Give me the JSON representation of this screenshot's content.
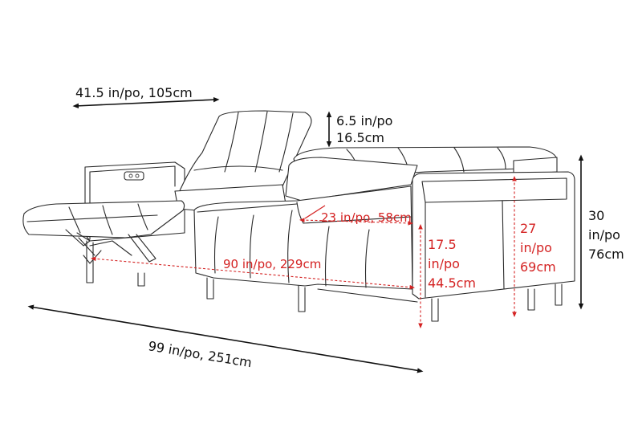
{
  "dimensions": {
    "recliner_length": "41.5 in/po, 105cm",
    "headrest_raise": [
      "6.5 in/po",
      "16.5cm"
    ],
    "height": [
      "30",
      "in/po",
      "76cm"
    ],
    "total_width": "99 in/po, 251cm",
    "seat_width": "90 in/po, 229cm",
    "seat_depth": "23 in/po, 58cm",
    "seat_height": [
      "17.5",
      "in/po",
      "44.5cm"
    ],
    "arm_height": [
      "27",
      "in/po",
      "69cm"
    ]
  },
  "colors": {
    "outline": "#2a2a2a",
    "dimension_black": "#111111",
    "dimension_red": "#d42222"
  }
}
